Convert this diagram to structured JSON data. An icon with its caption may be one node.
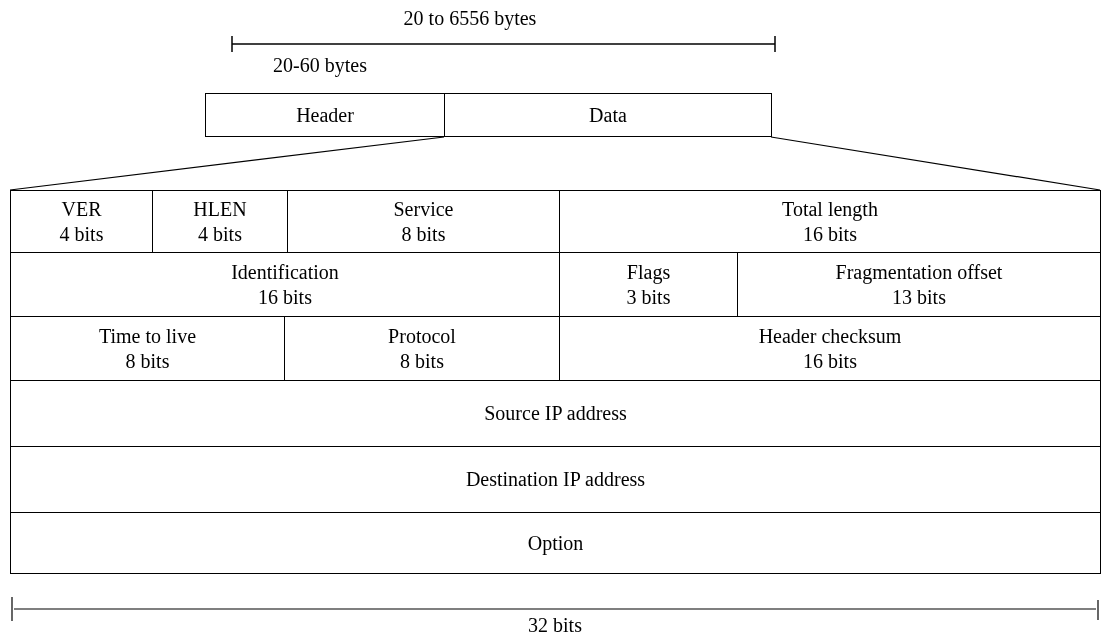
{
  "diagram": {
    "nodes": [
      {
        "text": [
          "Header"
        ]
      },
      {
        "text": [
          "Data"
        ]
      },
      {
        "text": [
          "VER",
          "4 bits"
        ]
      },
      {
        "text": [
          "HLEN",
          "4 bits"
        ]
      },
      {
        "text": [
          "Service",
          "8 bits"
        ]
      },
      {
        "text": [
          "Total length",
          "16 bits"
        ]
      },
      {
        "text": [
          "Identification",
          "16 bits"
        ]
      },
      {
        "text": [
          "Flags",
          "3 bits"
        ]
      },
      {
        "text": [
          "Fragmentation offset",
          "13 bits"
        ]
      },
      {
        "text": [
          "Time to live",
          "8 bits"
        ]
      },
      {
        "text": [
          "Protocol",
          "8 bits"
        ]
      },
      {
        "text": [
          "Header checksum",
          "16 bits"
        ]
      },
      {
        "text": [
          "Source IP address"
        ]
      },
      {
        "text": [
          "Destination IP address"
        ]
      },
      {
        "text": [
          "Option"
        ]
      }
    ],
    "edges": [
      {
        "from": 1,
        "to": 2,
        "arrow": "none"
      },
      {
        "from": 1,
        "to": 5,
        "arrow": "none"
      }
    ],
    "labels": [
      "20 to 6556 bytes",
      "20-60 bytes",
      "32 bits"
    ]
  }
}
